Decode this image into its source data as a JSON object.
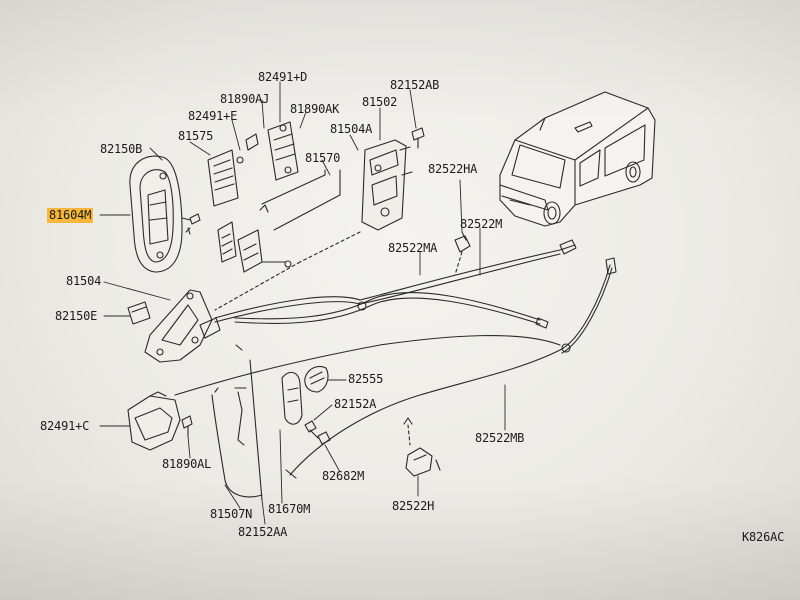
{
  "labels": {
    "l82491d": "82491+D",
    "l82152ab": "82152AB",
    "l81890aj": "81890AJ",
    "l81502": "81502",
    "l82491e": "82491+E",
    "l81890ak": "81890AK",
    "l81504a": "81504A",
    "l82150b": "82150B",
    "l81575": "81575",
    "l81570": "81570",
    "l82522ha": "82522HA",
    "l81604m": "81604M",
    "l82522m": "82522M",
    "l82522ma": "82522MA",
    "l81504": "81504",
    "l82150e": "82150E",
    "l82555": "82555",
    "l82152a": "82152A",
    "l82491c": "82491+C",
    "l82522mb": "82522MB",
    "l82682m": "82682M",
    "l81890al": "81890AL",
    "l82522h": "82522H",
    "l81507n": "81507N",
    "l81670m": "81670M",
    "l82152aa": "82152AA",
    "lk826": "K826AC"
  },
  "highlight_color": "#f6b73c"
}
